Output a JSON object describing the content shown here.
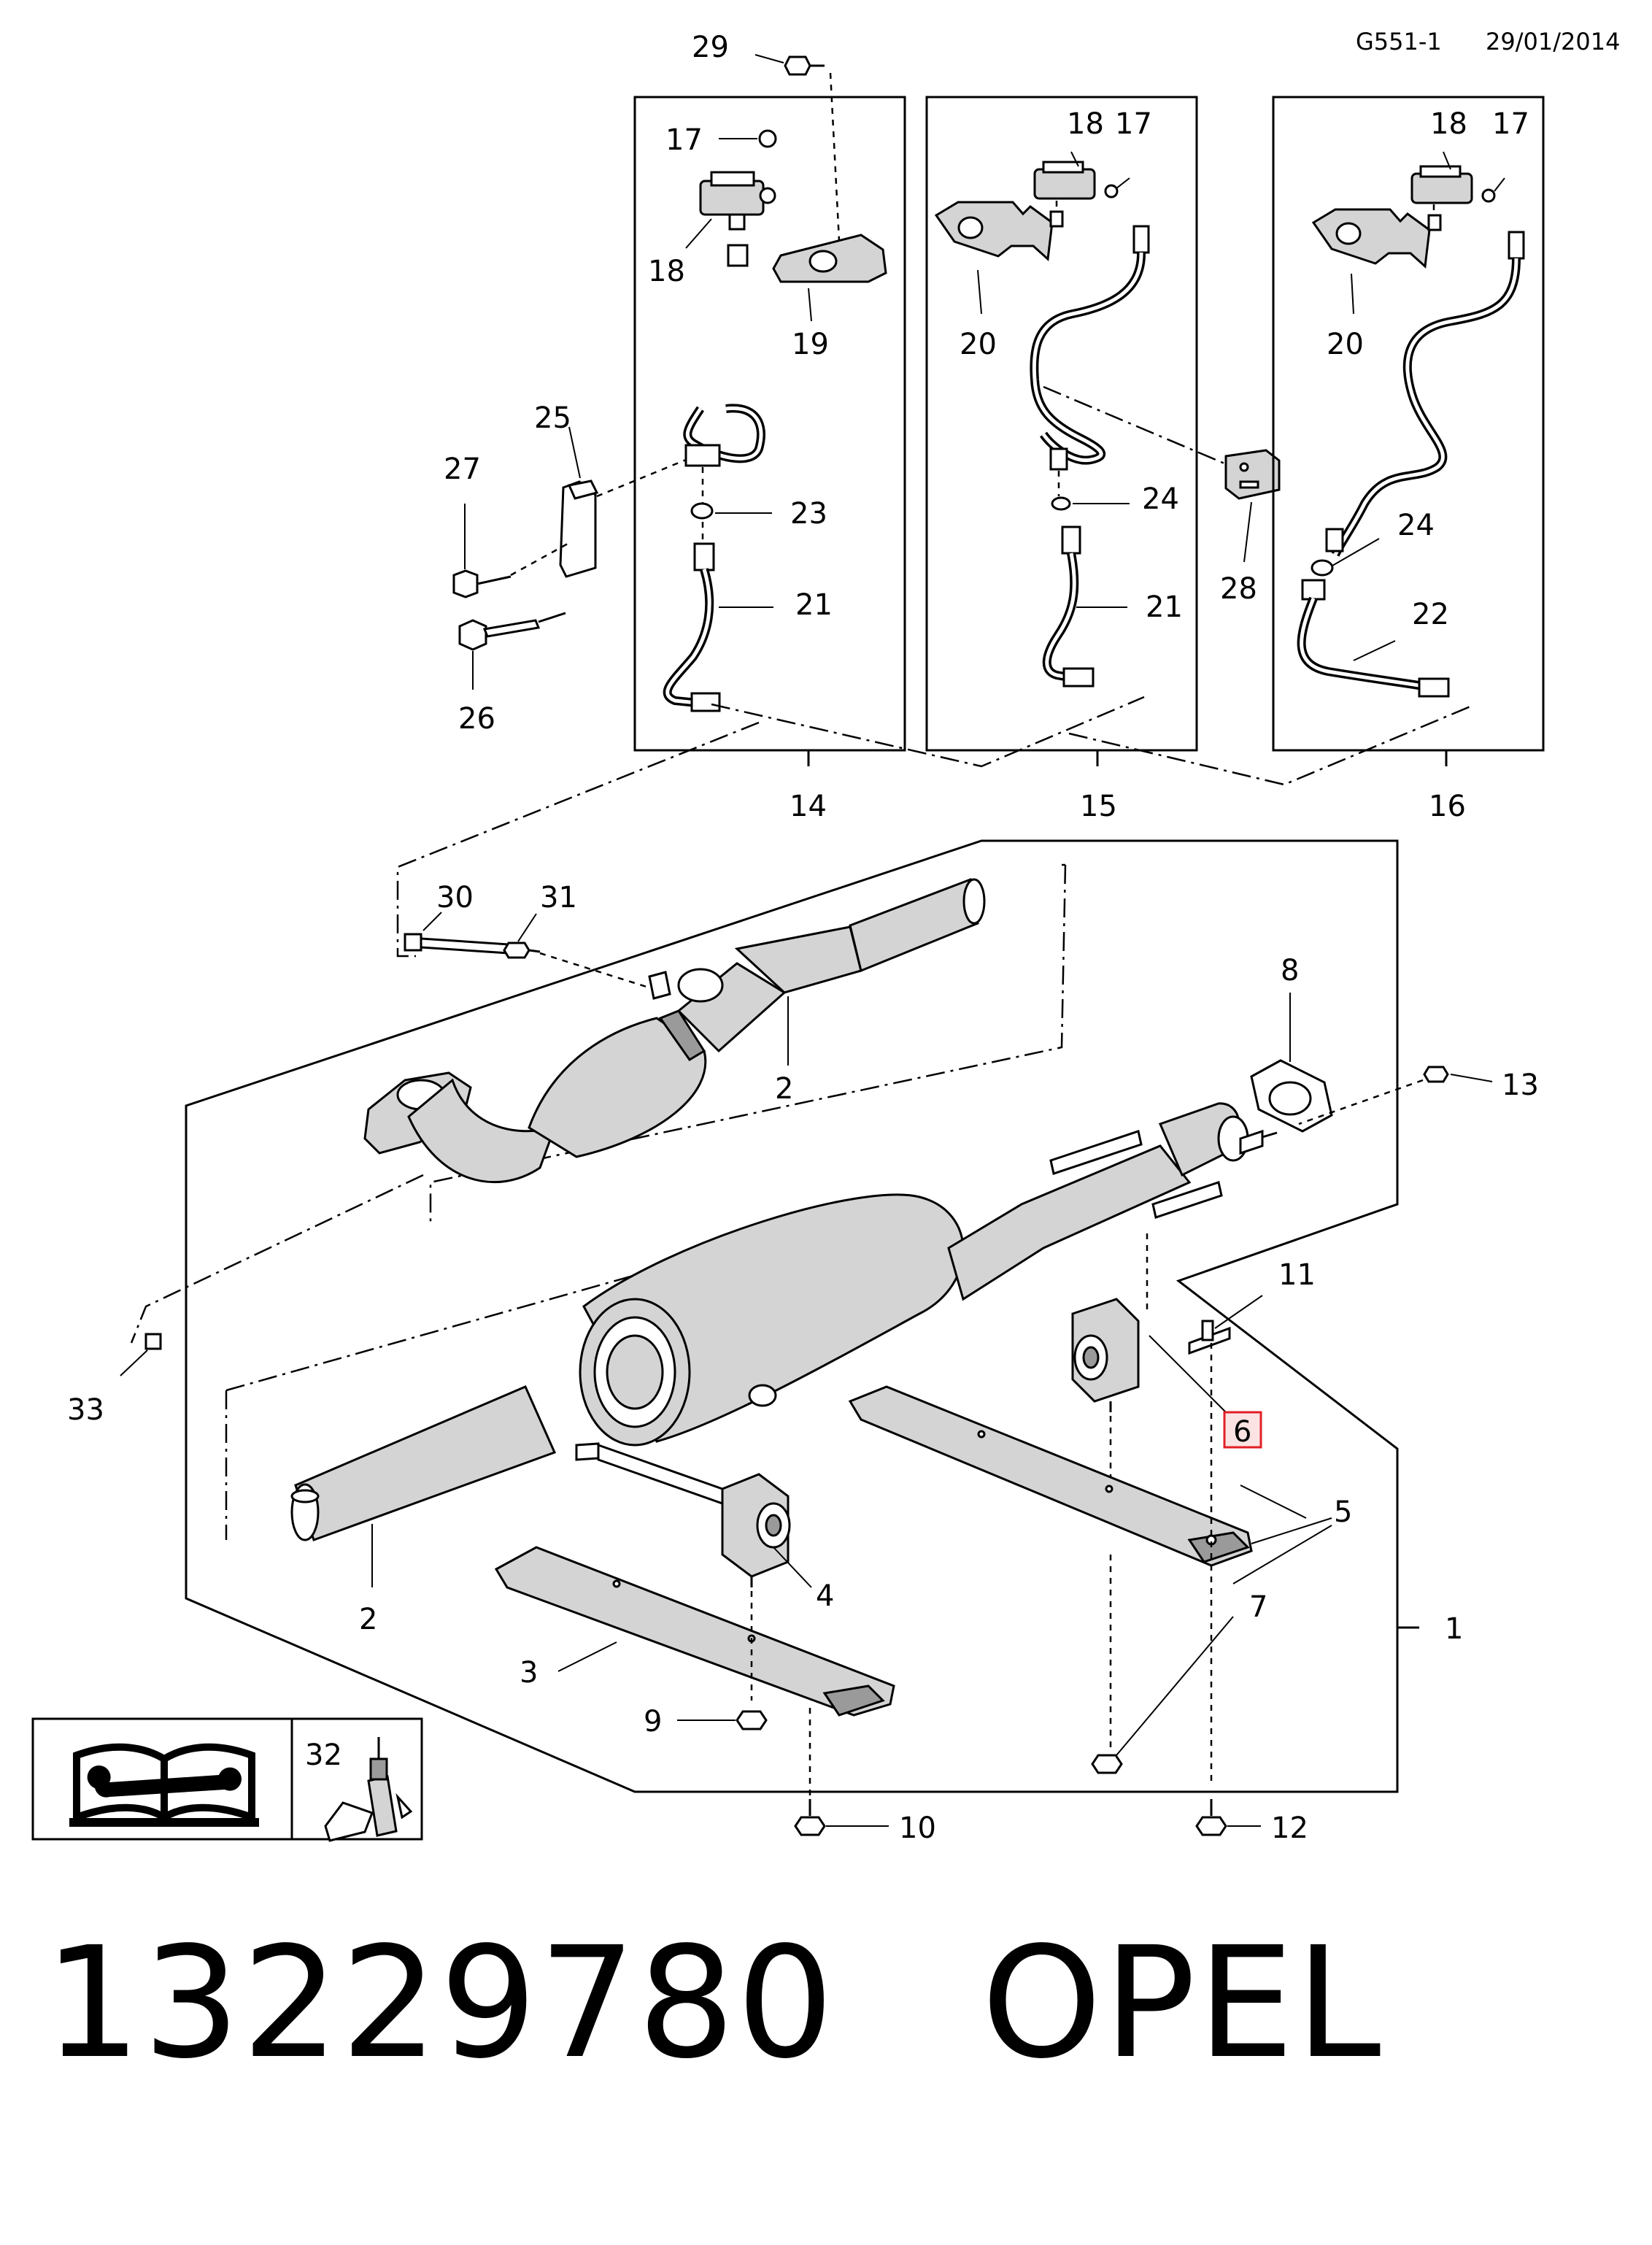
{
  "header": {
    "code": "G551-1",
    "date": "29/01/2014"
  },
  "callouts": {
    "c1": "1",
    "c2a": "2",
    "c2b": "2",
    "c3": "3",
    "c4": "4",
    "c5": "5",
    "c6": "6",
    "c7": "7",
    "c8": "8",
    "c9": "9",
    "c10": "10",
    "c11": "11",
    "c12": "12",
    "c13": "13",
    "c14": "14",
    "c15": "15",
    "c16": "16",
    "c17a": "17",
    "c17b": "17",
    "c17c": "17",
    "c18a": "18",
    "c18b": "18",
    "c18c": "18",
    "c19": "19",
    "c20a": "20",
    "c20b": "20",
    "c21a": "21",
    "c21b": "21",
    "c22": "22",
    "c23": "23",
    "c24a": "24",
    "c24b": "24",
    "c25": "25",
    "c26": "26",
    "c27": "27",
    "c28": "28",
    "c29": "29",
    "c30": "30",
    "c31": "31",
    "c32": "32",
    "c33": "33"
  },
  "highlight": {
    "color": "#e11f26",
    "callout": "6"
  },
  "icons": {
    "manual": "service-manual-icon",
    "sealant": "sealant-tube-icon"
  },
  "footer": {
    "part_number": "13229780",
    "brand": "OPEL"
  }
}
